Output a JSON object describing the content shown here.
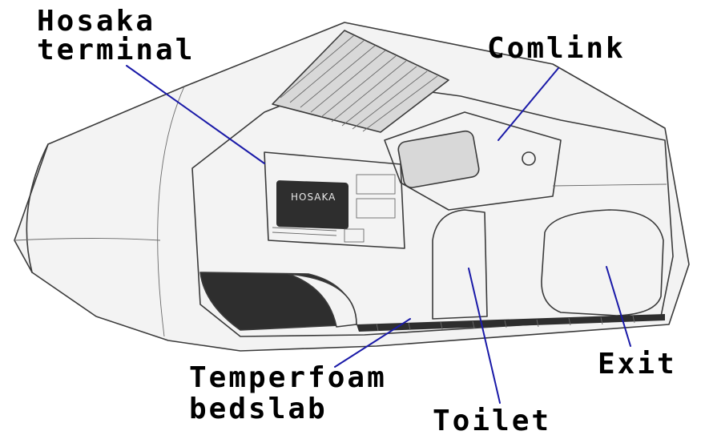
{
  "labels": {
    "hosaka_line1": "Hosaka",
    "hosaka_line2": "terminal",
    "comlink": "Comlink",
    "temperfoam_line1": "Temperfoam",
    "temperfoam_line2": "bedslab",
    "toilet": "Toilet",
    "exit": "Exit"
  },
  "screen_text": "HOSAKA",
  "colors": {
    "leader_line": "#1a1aa8",
    "ink": "#000000"
  }
}
